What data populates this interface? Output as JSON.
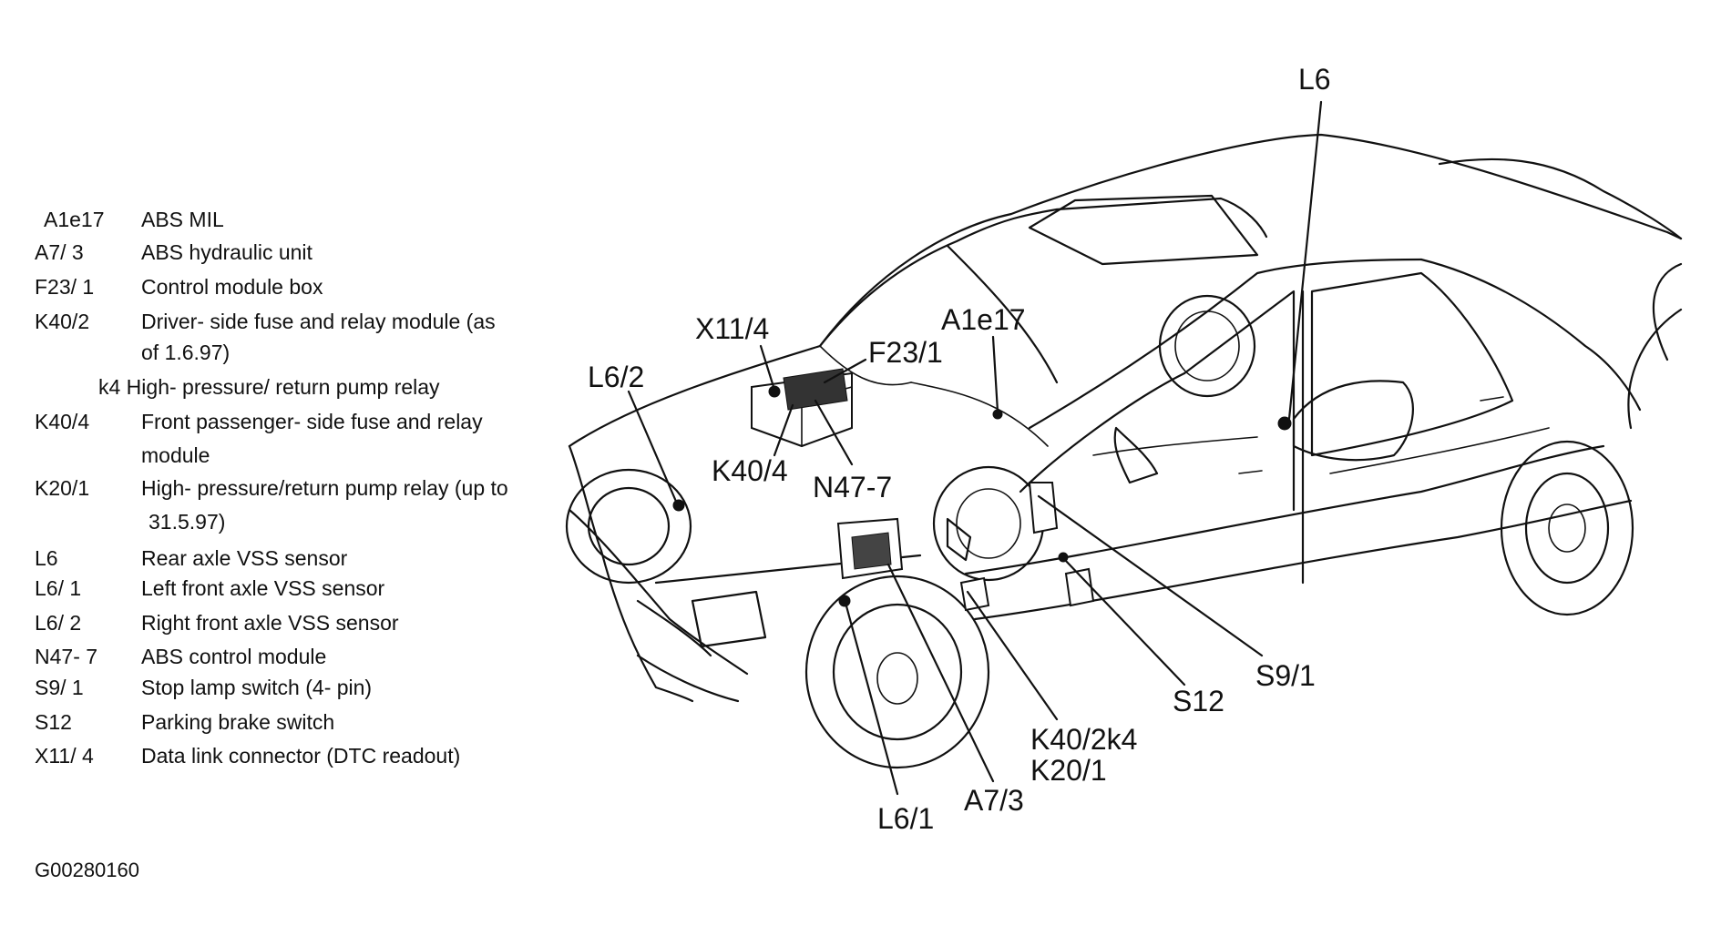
{
  "legend": [
    {
      "code": "A1e17",
      "desc": "ABS MIL"
    },
    {
      "code": "A7/ 3",
      "desc": "ABS hydraulic unit"
    },
    {
      "code": "F23/ 1",
      "desc": "Control module box"
    },
    {
      "code": "K40/2",
      "desc": "Driver- side fuse  and relay module (as",
      "desc_cont": "of 1.6.97)",
      "sub": "k4 High- pressure/  return pump relay"
    },
    {
      "code": "K40/4",
      "desc": "Front passenger-   side fuse and relay",
      "desc_cont": "module"
    },
    {
      "code": "K20/1",
      "desc": "High- pressure/return pump relay (up to",
      "desc_cont": "31.5.97)"
    },
    {
      "code": "L6",
      "desc": "Rear axle VSS sensor"
    },
    {
      "code": "L6/ 1",
      "desc": "Left front axle VSS sensor"
    },
    {
      "code": "L6/ 2",
      "desc": "Right front axle VSS sensor"
    },
    {
      "code": "N47- 7",
      "desc": "ABS control module"
    },
    {
      "code": "S9/ 1",
      "desc": "Stop lamp switch (4- pin)"
    },
    {
      "code": "S12",
      "desc": "Parking brake switch"
    },
    {
      "code": "X11/ 4",
      "desc": "Data link connector (DTC readout)"
    }
  ],
  "figure_id": "G00280160",
  "callouts": {
    "l6": "L6",
    "x11_4": "X11/4",
    "a1e17": "A1e17",
    "f23_1": "F23/1",
    "l6_2": "L6/2",
    "k40_4": "K40/4",
    "n47_7": "N47-7",
    "s9_1": "S9/1",
    "s12": "S12",
    "k40_2k4": "K40/2k4",
    "k20_1": "K20/1",
    "a7_3": "A7/3",
    "l6_1": "L6/1"
  }
}
